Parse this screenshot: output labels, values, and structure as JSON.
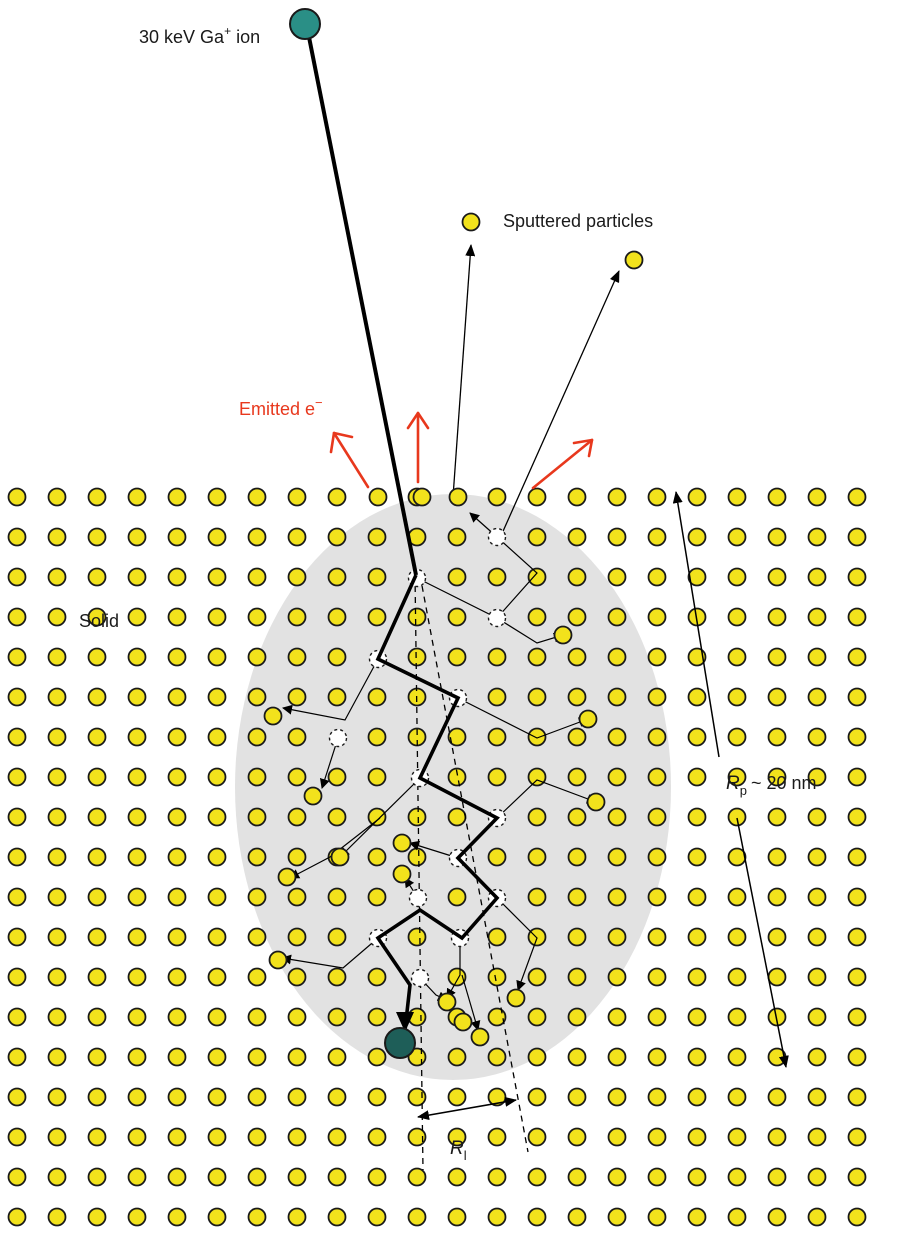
{
  "labels": {
    "ion": "30 keV Ga",
    "ion_charge": "+",
    "ion_suffix": " ion",
    "sputtered": "Sputtered particles",
    "emitted": "Emitted e",
    "emitted_sup": "−",
    "solid": "Solid",
    "rp_symbol": "R",
    "rp_sub": "p",
    "rp_value": "~ 20 nm",
    "rl_symbol": "R",
    "rl_sub": "l"
  },
  "colors": {
    "atom_fill": "#f2e21c",
    "atom_stroke": "#1a1a1a",
    "ion_fill": "#2a8f86",
    "ion_dark_fill": "#1e5e58",
    "cascade_region": "#e2e2e2",
    "emitted_arrow": "#e8381d",
    "line": "#000000"
  },
  "icons": {
    "atom": "yellow-circle",
    "vacancy": "dashed-circle",
    "ion": "teal-circle"
  }
}
